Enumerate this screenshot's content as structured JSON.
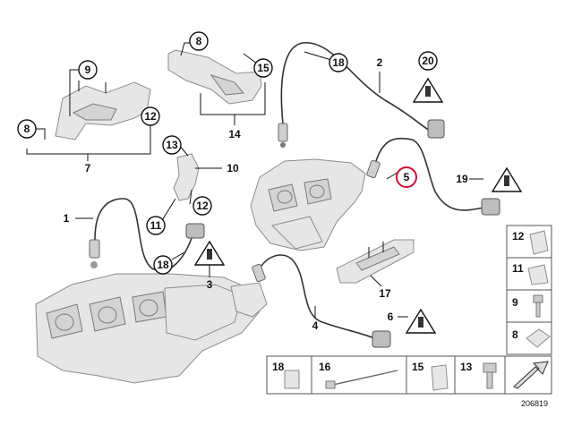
{
  "diagram": {
    "ref_number": "206819",
    "labels": {
      "c8_top": "8",
      "c9": "9",
      "c15_top": "15",
      "c14": "14",
      "c18_top": "18",
      "c2": "2",
      "c20": "20",
      "c8_left": "8",
      "c12_left": "12",
      "c7": "7",
      "c13_mid": "13",
      "c10": "10",
      "c12_mid": "12",
      "c11_mid": "11",
      "c5": "5",
      "c19": "19",
      "c1": "1",
      "c18_mid": "18",
      "c3": "3",
      "c17": "17",
      "c4": "4",
      "c6": "6"
    },
    "side_parts": [
      "12",
      "11",
      "9",
      "8"
    ],
    "bottom_parts": [
      "18",
      "16",
      "15",
      "13"
    ],
    "highlighted": "5"
  }
}
